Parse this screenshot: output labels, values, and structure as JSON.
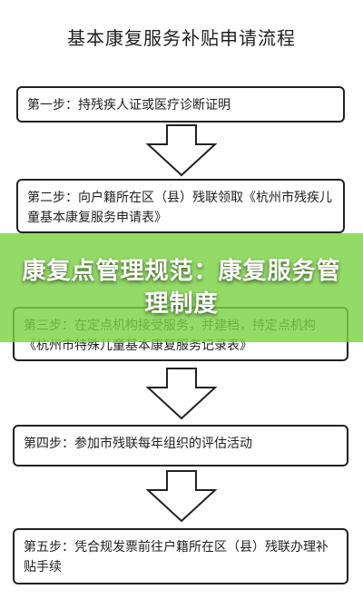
{
  "flowchart": {
    "title": "基本康复服务补贴申请流程",
    "steps": [
      "第一步：持残疾人证或医疗诊断证明",
      "第二步：向户籍所在区（县）残联领取《杭州市残疾儿童基本康复服务申请表》",
      "第三步：在定点机构接受服务，并建档，持定点机构《杭州市特殊儿童基本康复服务记录表》",
      "第四步：参加市残联每年组织的评估活动",
      "第五步：凭合规发票前往户籍所在区（县）残联办理补贴手续"
    ]
  },
  "overlay": {
    "headline": "康复点管理规范：康复服务管理制度"
  },
  "colors": {
    "overlay_green": "#7dd246",
    "overlay_text": "#ffffff",
    "border": "#222222"
  }
}
